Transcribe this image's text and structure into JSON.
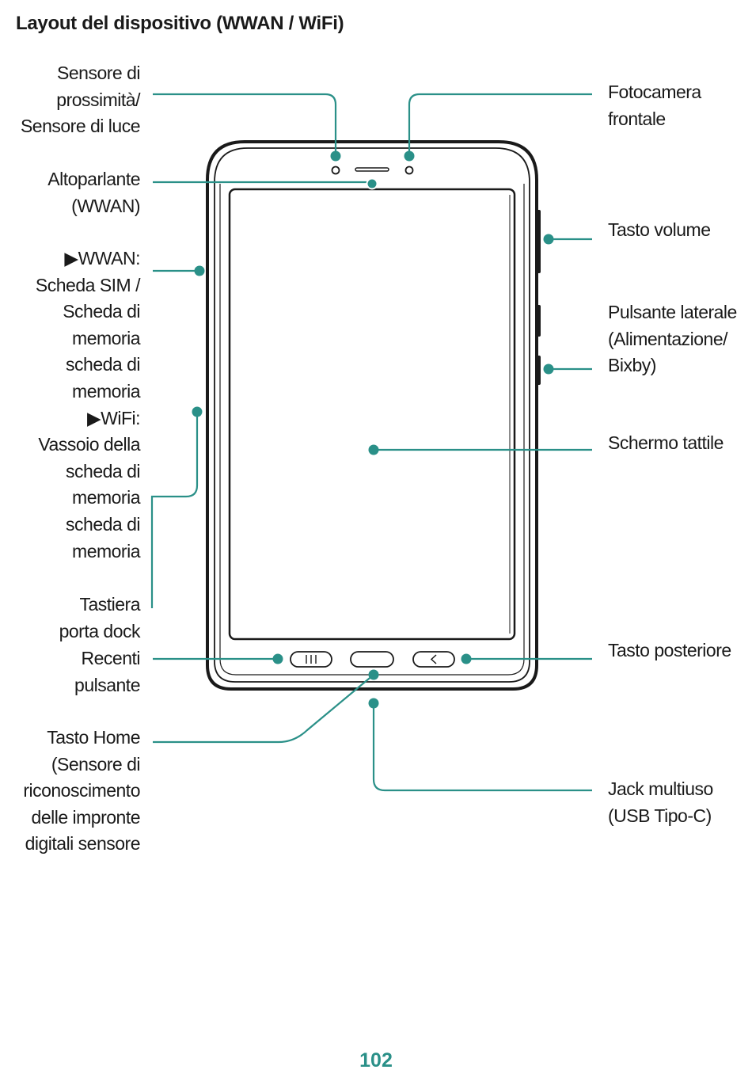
{
  "heading": "Layout del dispositivo (WWAN / WiFi)",
  "page_number": "102",
  "colors": {
    "callout": "#2a9088",
    "outline": "#1a1a1a",
    "page_number": "#2a9088"
  },
  "labels_left": {
    "proximity": "Sensore di\nprossimità/\nSensore di luce",
    "speaker": "Altoparlante\n(WWAN)",
    "sim_tray": "▶WWAN:\nScheda SIM /\nScheda di\nmemoria\nscheda di\nmemoria\n▶WiFi:\nVassoio della\nscheda di\nmemoria\nscheda di\nmemoria",
    "dock": "Tastiera\nporta dock",
    "recent": "Recenti\npulsante",
    "home": "Tasto Home\n(Sensore di\nriconoscimento\ndelle impronte\ndigitali sensore"
  },
  "labels_right": {
    "front_camera": "Fotocamera\nfrontale",
    "volume": "Tasto volume",
    "side_button": "Pulsante laterale\n(Alimentazione/\nBixby)",
    "touchscreen": "Schermo tattile",
    "back_key": "Tasto posteriore",
    "usb": "Jack multiuso\n(USB Tipo-C)"
  },
  "icons": {
    "recent": "recent-apps-icon",
    "home": "home-key-icon",
    "back": "back-arrow-icon"
  }
}
